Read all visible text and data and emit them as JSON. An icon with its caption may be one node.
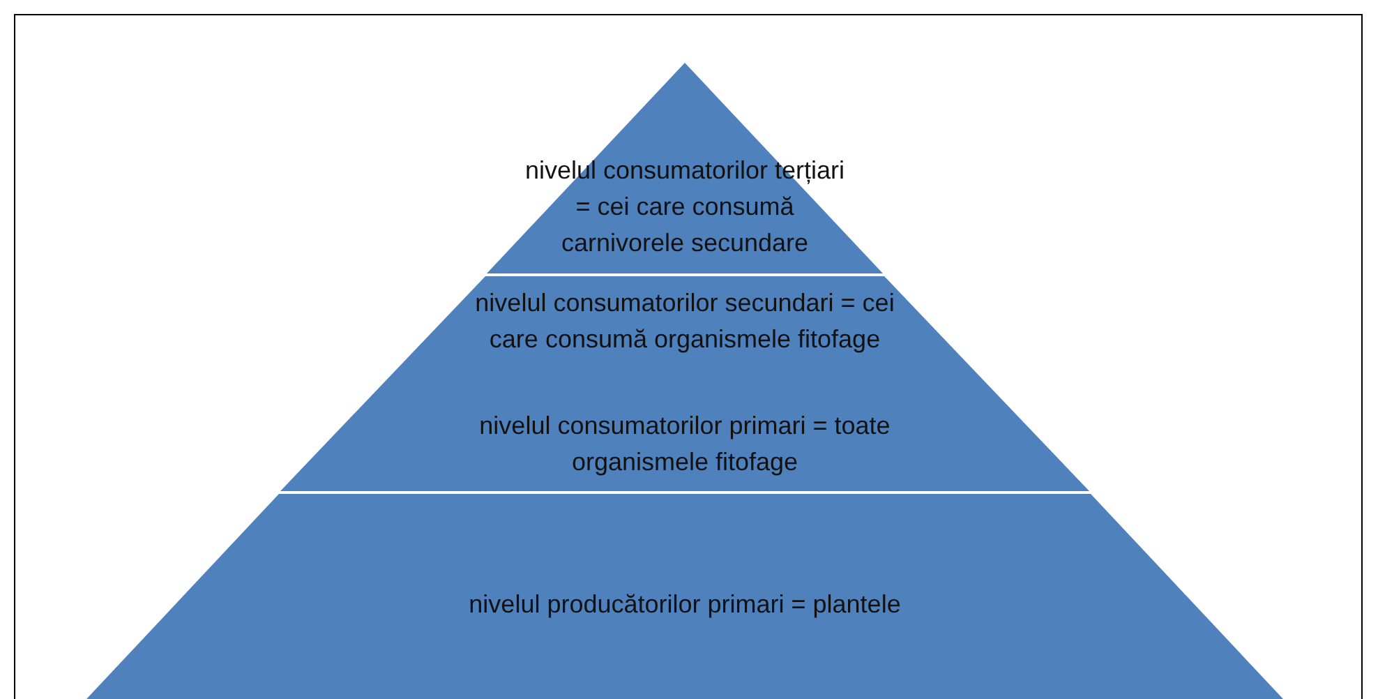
{
  "diagram": {
    "nodes": [
      {
        "text": [
          "nivelul consumatorilor terțiari = cei care consumă carnivorele secundare"
        ]
      },
      {
        "text": [
          "nivelul consumatorilor secundari = cei care consumă organismele fitofage",
          "nivelul consumatorilor primari = toate organismele fitofage"
        ]
      },
      {
        "text": [
          "nivelul producătorilor primari = plantele"
        ]
      }
    ]
  }
}
